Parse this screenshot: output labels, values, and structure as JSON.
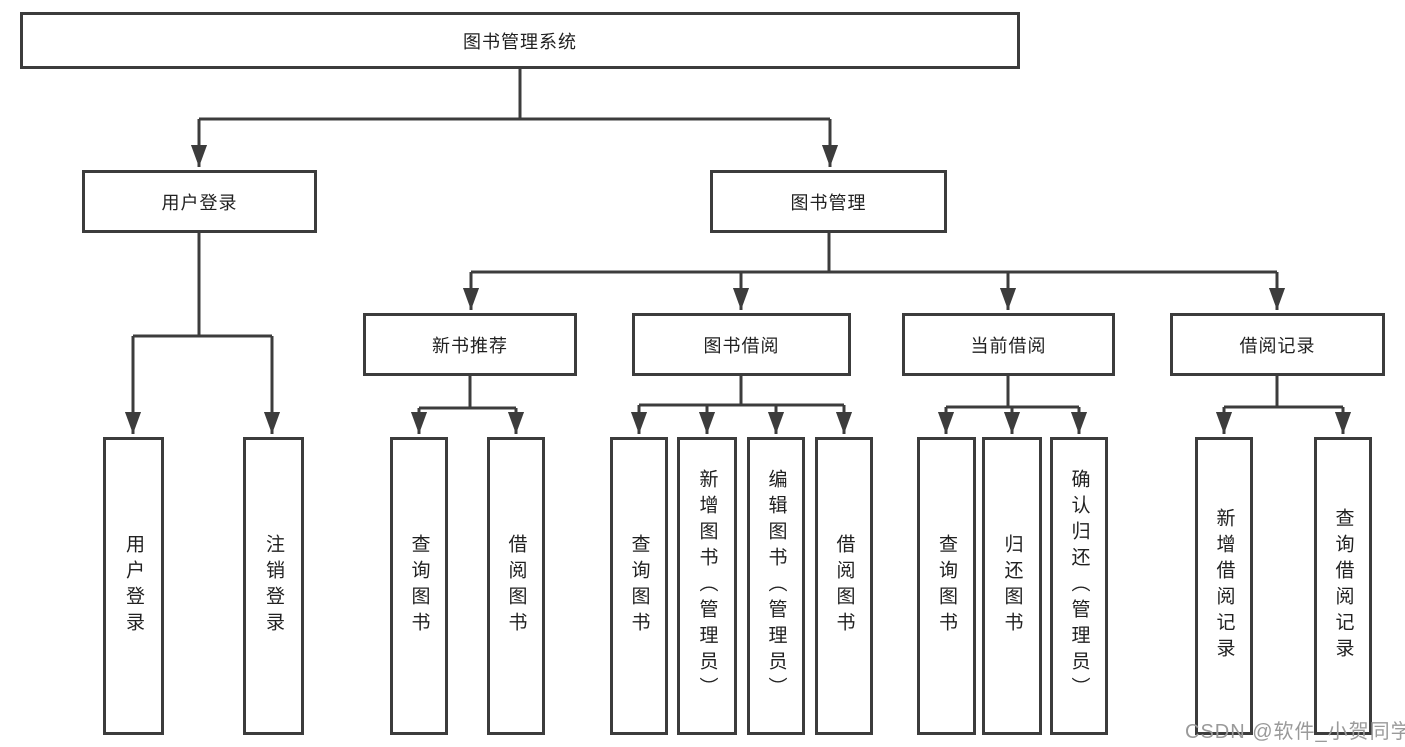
{
  "tree": {
    "label": "图书管理系统",
    "children": [
      {
        "label": "用户登录",
        "children": [
          {
            "label": "用户登录"
          },
          {
            "label": "注销登录"
          }
        ]
      },
      {
        "label": "图书管理",
        "children": [
          {
            "label": "新书推荐",
            "children": [
              {
                "label": "查询图书"
              },
              {
                "label": "借阅图书"
              }
            ]
          },
          {
            "label": "图书借阅",
            "children": [
              {
                "label": "查询图书"
              },
              {
                "label": "新增图书（管理员）"
              },
              {
                "label": "编辑图书（管理员）"
              },
              {
                "label": "借阅图书"
              }
            ]
          },
          {
            "label": "当前借阅",
            "children": [
              {
                "label": "查询图书"
              },
              {
                "label": "归还图书"
              },
              {
                "label": "确认归还（管理员）"
              }
            ]
          },
          {
            "label": "借阅记录",
            "children": [
              {
                "label": "新增借阅记录"
              },
              {
                "label": "查询借阅记录"
              }
            ]
          }
        ]
      }
    ]
  },
  "watermark": "CSDN @软件_小贺同学",
  "colors": {
    "line": "#3c3c3c",
    "text": "#212121",
    "watermark": "#9a9a9a",
    "background": "#ffffff"
  }
}
